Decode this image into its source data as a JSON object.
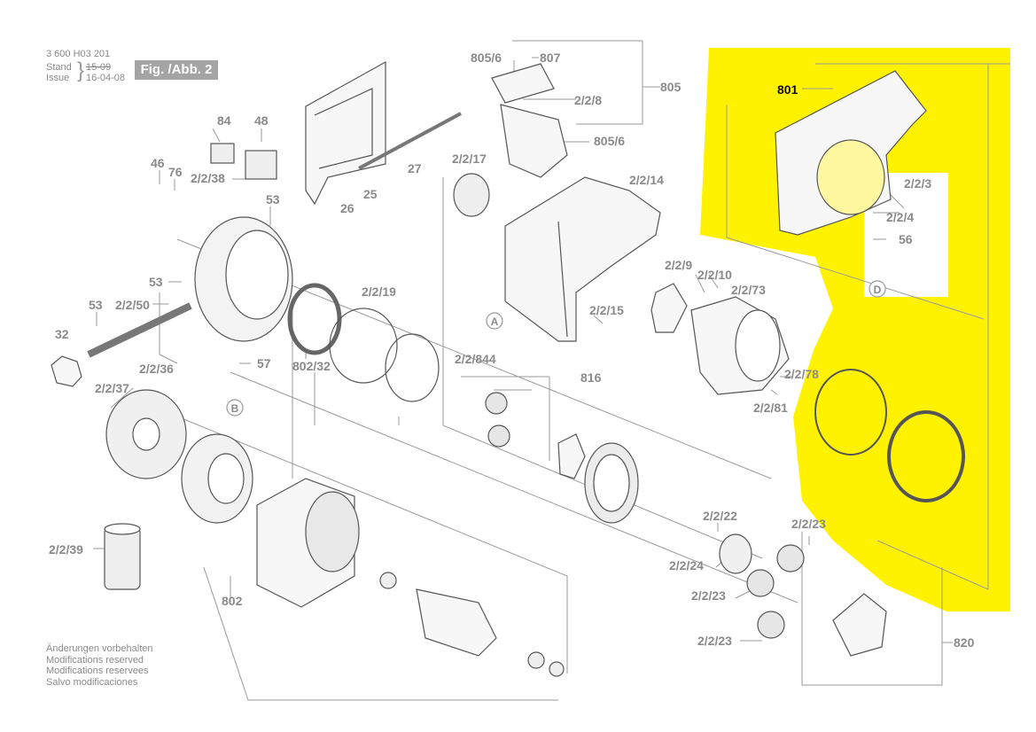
{
  "header": {
    "code": "3 600 H03 201",
    "stand_label": "Stand",
    "issue_label": "Issue",
    "stand_value": "15-09",
    "issue_value": "16-04-08",
    "figure_label": "Fig. /Abb. 2"
  },
  "footer": [
    "Änderungen vorbehalten",
    "Modifications reserved",
    "Modifications reservees",
    "Salvo modificaciones"
  ],
  "highlight_color": "#fff200",
  "parts": {
    "p801": "801",
    "p805": "805",
    "p805_6a": "805/6",
    "p807": "807",
    "p2_2_8": "2/2/8",
    "p805_6b": "805/6",
    "p84": "84",
    "p48": "48",
    "p46": "46",
    "p76": "76",
    "p2_2_38": "2/2/38",
    "p53a": "53",
    "p53b": "53",
    "p53c": "53",
    "p26": "26",
    "p25": "25",
    "p27": "27",
    "p2_2_17": "2/2/17",
    "p2_2_14": "2/2/14",
    "p2_2_3": "2/2/3",
    "p2_2_4": "2/2/4",
    "p56": "56",
    "p2_2_9": "2/2/9",
    "p2_2_10": "2/2/10",
    "p2_2_73": "2/2/73",
    "p2_2_50": "2/2/50",
    "p32": "32",
    "p2_2_19": "2/2/19",
    "p2_2_15": "2/2/15",
    "p57": "57",
    "p802_32": "802/32",
    "p2_2_844": "2/2/844",
    "p816": "816",
    "p2_2_78": "2/2/78",
    "p2_2_81": "2/2/81",
    "p2_2_37": "2/2/37",
    "p2_2_36": "2/2/36",
    "p2_2_22": "2/2/22",
    "p2_2_23a": "2/2/23",
    "p2_2_24": "2/2/24",
    "p2_2_23b": "2/2/23",
    "p2_2_23c": "2/2/23",
    "p2_2_39": "2/2/39",
    "p802": "802",
    "p820": "820"
  },
  "markers": {
    "A": "A",
    "B": "B",
    "D": "D"
  }
}
